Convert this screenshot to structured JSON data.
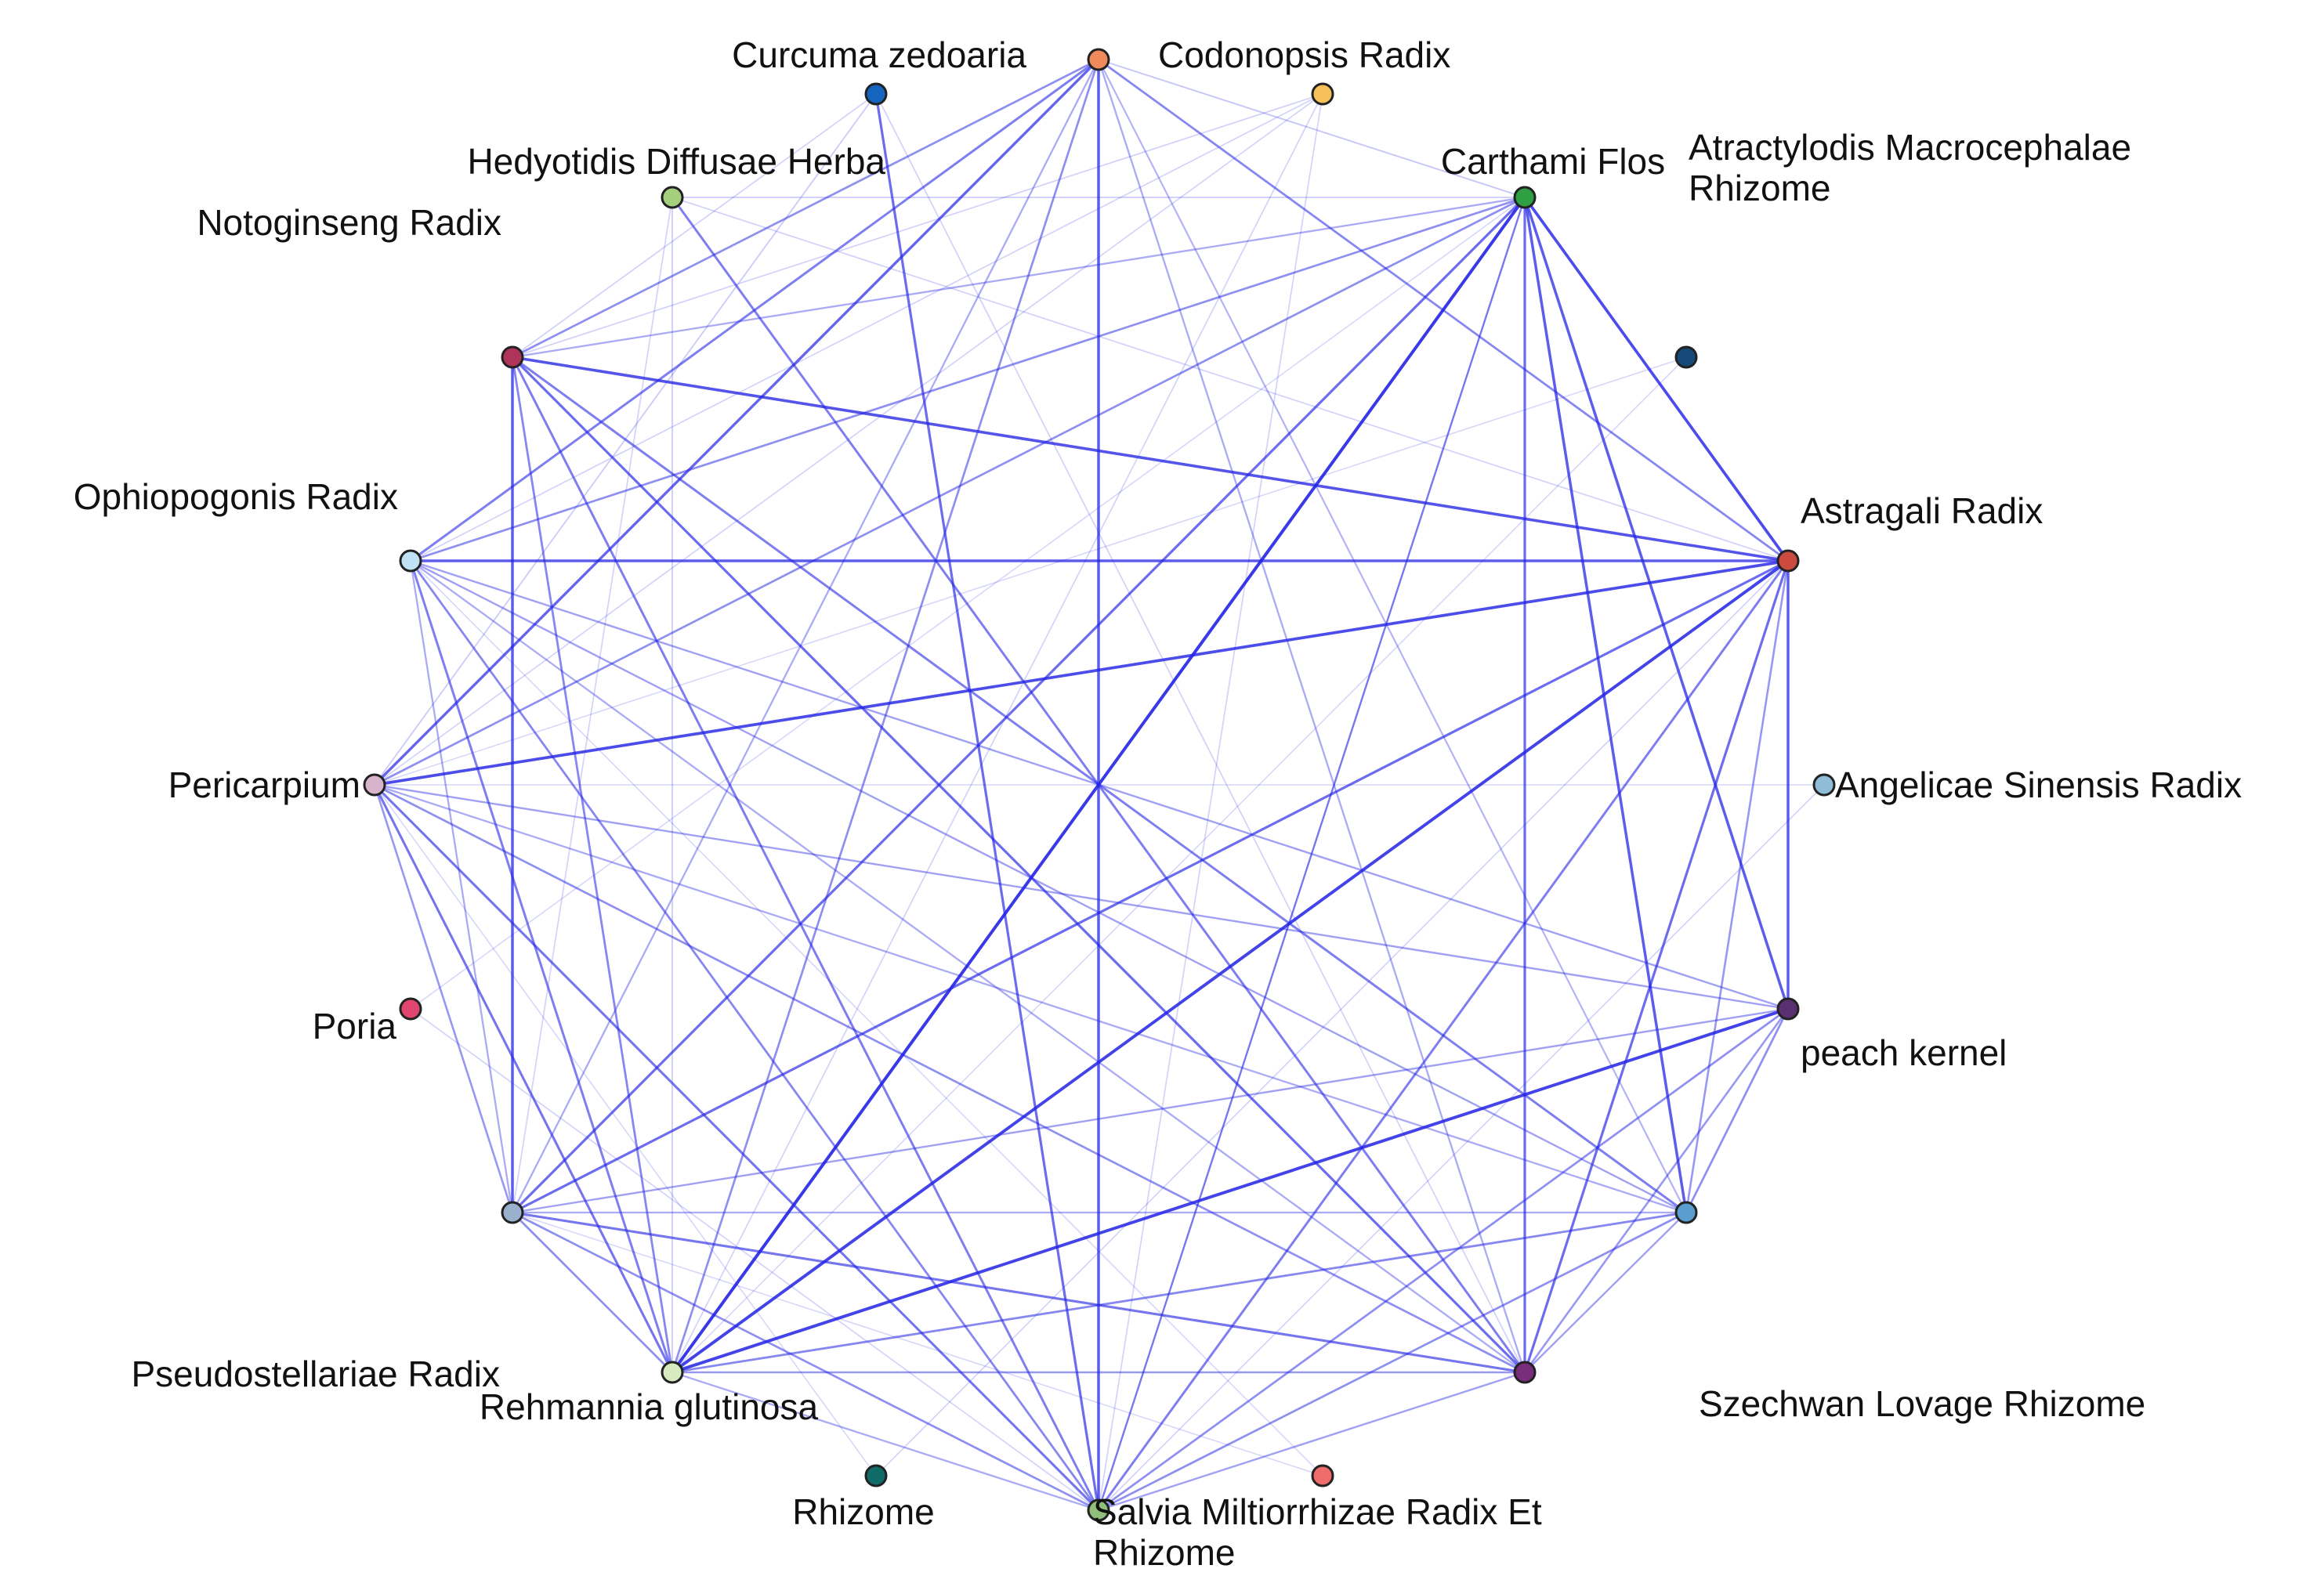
{
  "nodes": [
    {
      "id": "curcuma",
      "label": "Curcuma zedoaria",
      "color": "#1565c0"
    },
    {
      "id": "orange_top",
      "label": "",
      "color": "#f08a5d"
    },
    {
      "id": "codonopsis",
      "label": "Codonopsis Radix",
      "color": "#f6c15b"
    },
    {
      "id": "hedyotidis",
      "label": "Hedyotidis Diffusae Herba",
      "color": "#a5cf7d"
    },
    {
      "id": "carthami",
      "label": "Carthami Flos",
      "color": "#2ea043"
    },
    {
      "id": "atractylodis",
      "label": "Atractylodis Macrocephalae Rhizome",
      "color": ""
    },
    {
      "id": "notoginseng",
      "label": "Notoginseng Radix",
      "color": ""
    },
    {
      "id": "crimson",
      "label": "",
      "color": "#b0335a"
    },
    {
      "id": "navy",
      "label": "",
      "color": "#154a78"
    },
    {
      "id": "ophiopogonis",
      "label": "Ophiopogonis Radix",
      "color": "#bfe3f5"
    },
    {
      "id": "astragali",
      "label": "Astragali Radix",
      "color": "#cc4a40"
    },
    {
      "id": "pericarpium",
      "label": "Pericarpium",
      "color": "#d8b4cc"
    },
    {
      "id": "angelicae",
      "label": "Angelicae Sinensis Radix",
      "color": "#8fbcd6"
    },
    {
      "id": "poria",
      "label": "Poria",
      "color": "#e0466e"
    },
    {
      "id": "peach",
      "label": "peach kernel",
      "color": "#5b2f72"
    },
    {
      "id": "greyblue",
      "label": "",
      "color": "#9bb0cc"
    },
    {
      "id": "steelblue",
      "label": "",
      "color": "#5a9ed0"
    },
    {
      "id": "pseudostellariae",
      "label": "Pseudostellariae Radix",
      "color": ""
    },
    {
      "id": "rehmannia",
      "label": "Rehmannia glutinosa",
      "color": "#d6ecc0"
    },
    {
      "id": "purple_bottom",
      "label": "",
      "color": "#7b2d7d"
    },
    {
      "id": "szechwan",
      "label": "Szechwan Lovage Rhizome",
      "color": ""
    },
    {
      "id": "rhizome",
      "label": "Rhizome",
      "color": "#0f6b66"
    },
    {
      "id": "salmon",
      "label": "",
      "color": "#ee6c6c"
    },
    {
      "id": "salvia",
      "label": "Salvia Miltiorrhizae Radix Et Rhizome",
      "color": "#8fbf7a"
    }
  ],
  "edges": [
    [
      "rehmannia",
      "carthami",
      1.0
    ],
    [
      "rehmannia",
      "astragali",
      0.95
    ],
    [
      "rehmannia",
      "peach",
      0.95
    ],
    [
      "pericarpium",
      "astragali",
      0.9
    ],
    [
      "crimson",
      "astragali",
      0.85
    ],
    [
      "ophiopogonis",
      "astragali",
      0.8
    ],
    [
      "carthami",
      "astragali",
      0.9
    ],
    [
      "carthami",
      "steelblue",
      0.8
    ],
    [
      "carthami",
      "peach",
      0.8
    ],
    [
      "carthami",
      "purple_bottom",
      0.7
    ],
    [
      "astragali",
      "peach",
      0.8
    ],
    [
      "astragali",
      "purple_bottom",
      0.7
    ],
    [
      "astragali",
      "greyblue",
      0.7
    ],
    [
      "astragali",
      "salvia",
      0.6
    ],
    [
      "peach",
      "salvia",
      0.5
    ],
    [
      "peach",
      "steelblue",
      0.5
    ],
    [
      "orange_top",
      "salvia",
      0.8
    ],
    [
      "orange_top",
      "ophiopogonis",
      0.6
    ],
    [
      "orange_top",
      "pericarpium",
      0.75
    ],
    [
      "orange_top",
      "rehmannia",
      0.5
    ],
    [
      "orange_top",
      "astragali",
      0.55
    ],
    [
      "orange_top",
      "crimson",
      0.5
    ],
    [
      "orange_top",
      "purple_bottom",
      0.35
    ],
    [
      "orange_top",
      "greyblue",
      0.35
    ],
    [
      "orange_top",
      "steelblue",
      0.3
    ],
    [
      "curcuma",
      "salvia",
      0.7
    ],
    [
      "hedyotidis",
      "purple_bottom",
      0.6
    ],
    [
      "crimson",
      "greyblue",
      0.8
    ],
    [
      "crimson",
      "purple_bottom",
      0.7
    ],
    [
      "crimson",
      "steelblue",
      0.6
    ],
    [
      "crimson",
      "salvia",
      0.6
    ],
    [
      "crimson",
      "rehmannia",
      0.55
    ],
    [
      "crimson",
      "carthami",
      0.35
    ],
    [
      "ophiopogonis",
      "rehmannia",
      0.6
    ],
    [
      "ophiopogonis",
      "salvia",
      0.55
    ],
    [
      "ophiopogonis",
      "carthami",
      0.5
    ],
    [
      "ophiopogonis",
      "peach",
      0.4
    ],
    [
      "ophiopogonis",
      "steelblue",
      0.4
    ],
    [
      "ophiopogonis",
      "greyblue",
      0.35
    ],
    [
      "ophiopogonis",
      "purple_bottom",
      0.35
    ],
    [
      "pericarpium",
      "rehmannia",
      0.65
    ],
    [
      "pericarpium",
      "salvia",
      0.65
    ],
    [
      "pericarpium",
      "purple_bottom",
      0.5
    ],
    [
      "pericarpium",
      "carthami",
      0.5
    ],
    [
      "pericarpium",
      "greyblue",
      0.45
    ],
    [
      "pericarpium",
      "peach",
      0.4
    ],
    [
      "pericarpium",
      "steelblue",
      0.35
    ],
    [
      "greyblue",
      "carthami",
      0.7
    ],
    [
      "greyblue",
      "purple_bottom",
      0.65
    ],
    [
      "greyblue",
      "rehmannia",
      0.5
    ],
    [
      "greyblue",
      "salvia",
      0.5
    ],
    [
      "greyblue",
      "peach",
      0.4
    ],
    [
      "greyblue",
      "steelblue",
      0.35
    ],
    [
      "rehmannia",
      "steelblue",
      0.55
    ],
    [
      "rehmannia",
      "purple_bottom",
      0.45
    ],
    [
      "rehmannia",
      "salvia",
      0.35
    ],
    [
      "salvia",
      "steelblue",
      0.5
    ],
    [
      "salvia",
      "purple_bottom",
      0.4
    ],
    [
      "salvia",
      "carthami",
      0.4
    ],
    [
      "purple_bottom",
      "peach",
      0.45
    ],
    [
      "purple_bottom",
      "steelblue",
      0.4
    ],
    [
      "steelblue",
      "astragali",
      0.45
    ],
    [
      "carthami",
      "salvia",
      0.3
    ],
    [
      "carthami",
      "hedyotidis",
      0.15
    ],
    [
      "codonopsis",
      "crimson",
      0.12
    ],
    [
      "codonopsis",
      "rehmannia",
      0.1
    ],
    [
      "codonopsis",
      "pericarpium",
      0.1
    ],
    [
      "codonopsis",
      "salvia",
      0.1
    ],
    [
      "codonopsis",
      "ophiopogonis",
      0.1
    ],
    [
      "orange_top",
      "carthami",
      0.18
    ],
    [
      "hedyotidis",
      "rehmannia",
      0.15
    ],
    [
      "hedyotidis",
      "astragali",
      0.12
    ],
    [
      "hedyotidis",
      "greyblue",
      0.1
    ],
    [
      "curcuma",
      "pericarpium",
      0.15
    ],
    [
      "curcuma",
      "crimson",
      0.12
    ],
    [
      "curcuma",
      "purple_bottom",
      0.12
    ],
    [
      "rhizome",
      "astragali",
      0.1
    ],
    [
      "rhizome",
      "pericarpium",
      0.08
    ],
    [
      "salmon",
      "greyblue",
      0.08
    ],
    [
      "salmon",
      "ophiopogonis",
      0.08
    ],
    [
      "navy",
      "pericarpium",
      0.08
    ],
    [
      "navy",
      "rehmannia",
      0.08
    ],
    [
      "angelicae",
      "salvia",
      0.1
    ],
    [
      "angelicae",
      "pericarpium",
      0.08
    ],
    [
      "poria",
      "salvia",
      0.1
    ],
    [
      "poria",
      "carthami",
      0.08
    ]
  ]
}
